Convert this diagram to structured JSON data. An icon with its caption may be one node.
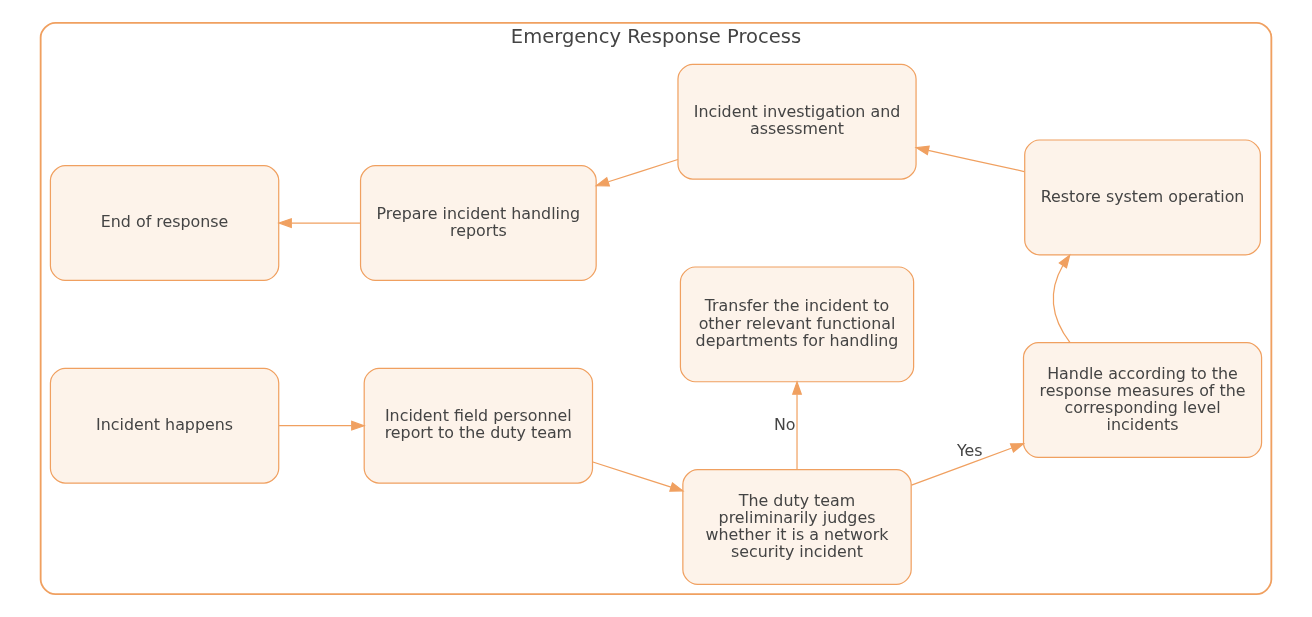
{
  "diagram": {
    "nodes": [
      {
        "text": [
          "Emergency Response Process"
        ]
      },
      {
        "text": [
          "Incident happens"
        ],
        "in": 0
      },
      {
        "text": [
          "Incident field personnel report to the duty team"
        ],
        "in": 0
      },
      {
        "text": [
          "The duty team preliminarily judges whether it is a network security incident"
        ],
        "in": 0
      },
      {
        "text": [
          "Handle according to the response measures of the corresponding level incidents"
        ],
        "in": 0
      },
      {
        "text": [
          "Transfer the incident to other relevant functional departments for handling"
        ],
        "in": 0
      },
      {
        "text": [
          "End of response"
        ],
        "in": 0
      },
      {
        "text": [
          "Prepare incident handling reports"
        ],
        "in": 0
      },
      {
        "text": [
          "Incident investigation and assessment"
        ],
        "in": 0
      },
      {
        "text": [
          "Restore system operation"
        ],
        "in": 0
      }
    ],
    "edges": [
      {
        "from": 1,
        "to": 2,
        "arrow": "to"
      },
      {
        "from": 2,
        "to": 3,
        "arrow": "to"
      },
      {
        "from": 3,
        "to": 4,
        "arrow": "to",
        "label": "Yes"
      },
      {
        "from": 3,
        "to": 5,
        "arrow": "to",
        "label": "No"
      },
      {
        "from": 4,
        "to": 9,
        "arrow": "to"
      },
      {
        "from": 9,
        "to": 8,
        "arrow": "to"
      },
      {
        "from": 8,
        "to": 7,
        "arrow": "to"
      },
      {
        "from": 7,
        "to": 6,
        "arrow": "to"
      }
    ]
  }
}
